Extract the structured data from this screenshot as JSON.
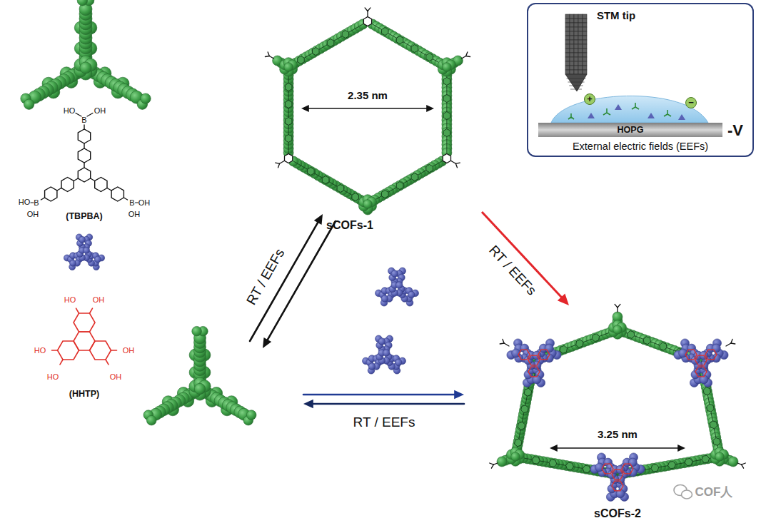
{
  "diagram": {
    "nodes": [
      {
        "text": [
          "(TBPBA)"
        ]
      },
      {
        "text": [
          "(HHTP)"
        ]
      },
      {
        "text": [
          "2.35 nm",
          "sCOFs-1"
        ]
      },
      {
        "text": [
          "3.25 nm",
          "sCOFs-2"
        ]
      },
      {
        "text": [
          "STM tip",
          "External electric fields (EEFs)"
        ]
      },
      {
        "text": [
          "HOPG"
        ],
        "in": 4
      }
    ],
    "edges": [
      {
        "from": 2,
        "to": 3,
        "arrow": "to",
        "label": "RT / EEFs"
      }
    ],
    "labels": [
      "HO",
      "B",
      "OH",
      "HO",
      "B",
      "OH",
      "B",
      "OH",
      "OH",
      "HO",
      "OH",
      "HO",
      "OH",
      "HO",
      "OH",
      "RT / EEFs",
      "RT / EEFs",
      "+",
      "−",
      "-V",
      "COF人"
    ]
  }
}
